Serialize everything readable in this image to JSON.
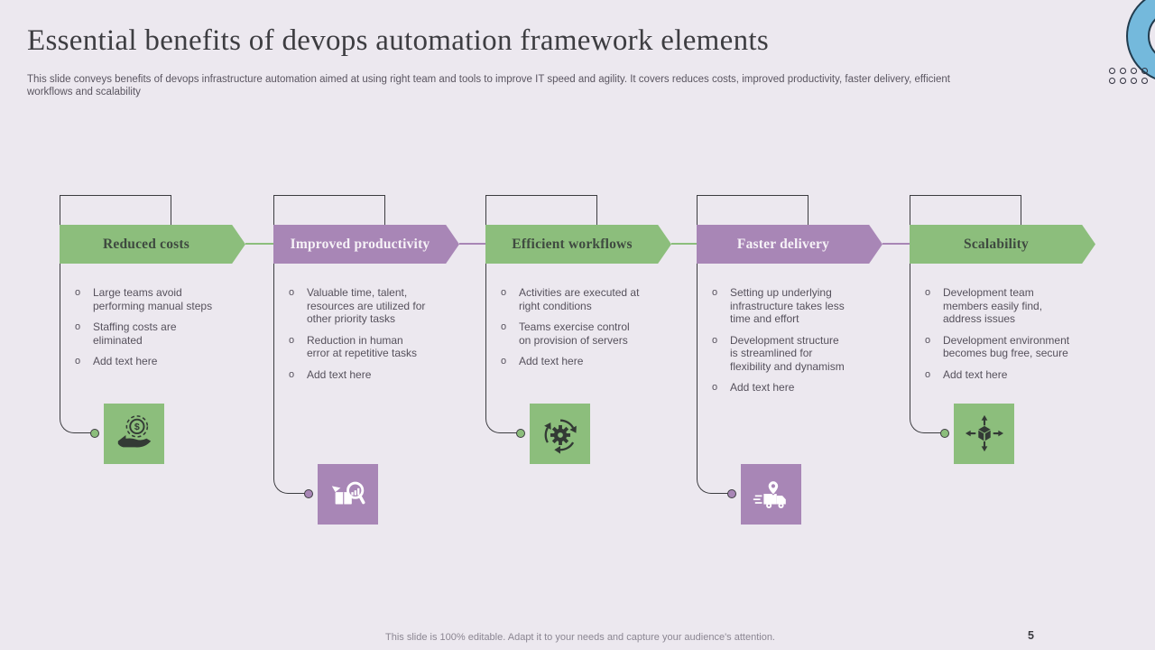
{
  "slide": {
    "title": "Essential benefits of devops automation framework elements",
    "subtitle": "This slide conveys benefits of devops infrastructure automation aimed at using right team and tools to improve IT  speed and agility. It covers reduces costs, improved productivity, faster delivery, efficient workflows and scalability",
    "footer": "This slide is 100% editable.  Adapt it to your needs and capture your audience's attention.",
    "page_number": "5",
    "bullet_marker": "o"
  },
  "colors": {
    "green": "#8cbe7c",
    "purple": "#a886b6",
    "background": "#ece8ef",
    "outline": "#3c3c40",
    "decor_blue": "#74b9dc"
  },
  "columns": [
    {
      "title": "Reduced costs",
      "color": "green",
      "icon": "hand-dollar-icon",
      "bullets": [
        "Large teams avoid performing manual steps",
        "Staffing costs are eliminated",
        "Add text here"
      ]
    },
    {
      "title": "Improved productivity",
      "color": "purple",
      "icon": "box-analysis-icon",
      "bullets": [
        "Valuable time, talent, resources are utilized for other priority tasks",
        "Reduction in human error at repetitive tasks",
        "Add text here"
      ]
    },
    {
      "title": "Efficient workflows",
      "color": "green",
      "icon": "gear-cycle-icon",
      "bullets": [
        "Activities  are executed at right conditions",
        "Teams exercise control on provision of servers",
        "Add text here"
      ]
    },
    {
      "title": "Faster delivery",
      "color": "purple",
      "icon": "delivery-truck-icon",
      "bullets": [
        "Setting up underlying infrastructure takes less time and effort",
        "Development structure is streamlined for flexibility and dynamism",
        "Add text here"
      ]
    },
    {
      "title": "Scalability",
      "color": "green",
      "icon": "cube-expand-icon",
      "bullets": [
        "Development team members easily find, address issues",
        "Development environment becomes bug free, secure",
        "Add text here"
      ]
    }
  ]
}
